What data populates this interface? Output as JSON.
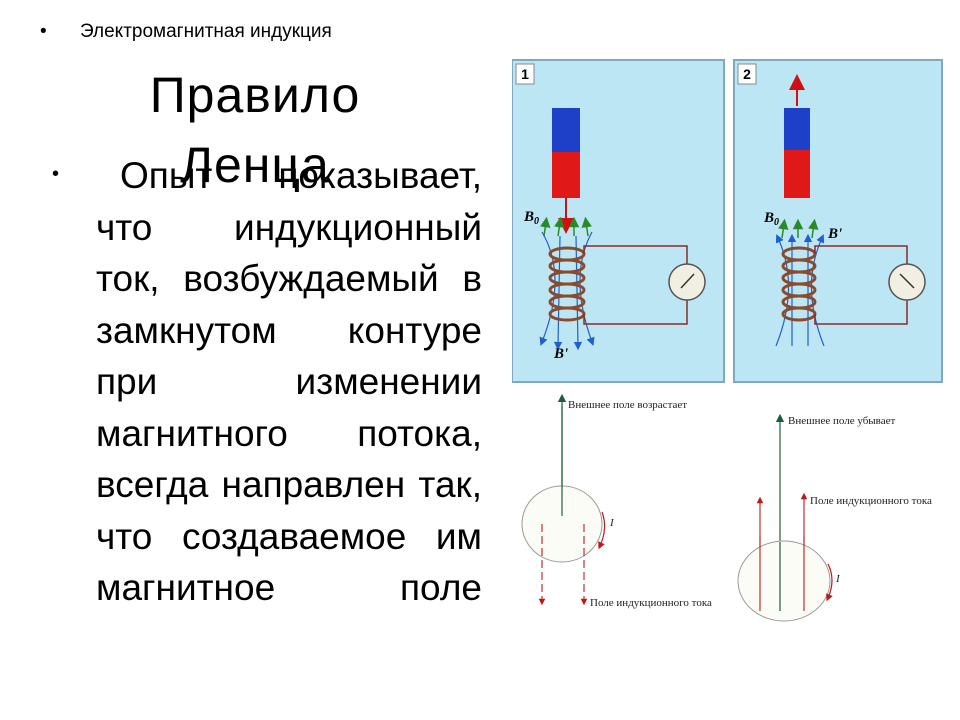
{
  "topic": "Электромагнитная индукция",
  "title": "Правило Ленца",
  "bullet_symbol": "•",
  "body": "Опыт показывает, что индукционный ток, возбуждаемый в замкнутом контуре при изменении магнитного потока, всегда направлен так, что создаваемое им магнитное поле",
  "diagram": {
    "panel1_number": "1",
    "panel2_number": "2",
    "vector_b0": "B",
    "vector_b0_sub": "0",
    "vector_b": "B'",
    "label_rising": "Внешнее поле возрастает",
    "label_falling": "Внешнее поле убывает",
    "label_induced_1": "Поле индукционного тока",
    "label_induced_2": "Поле индукционного тока",
    "current_label": "I"
  }
}
